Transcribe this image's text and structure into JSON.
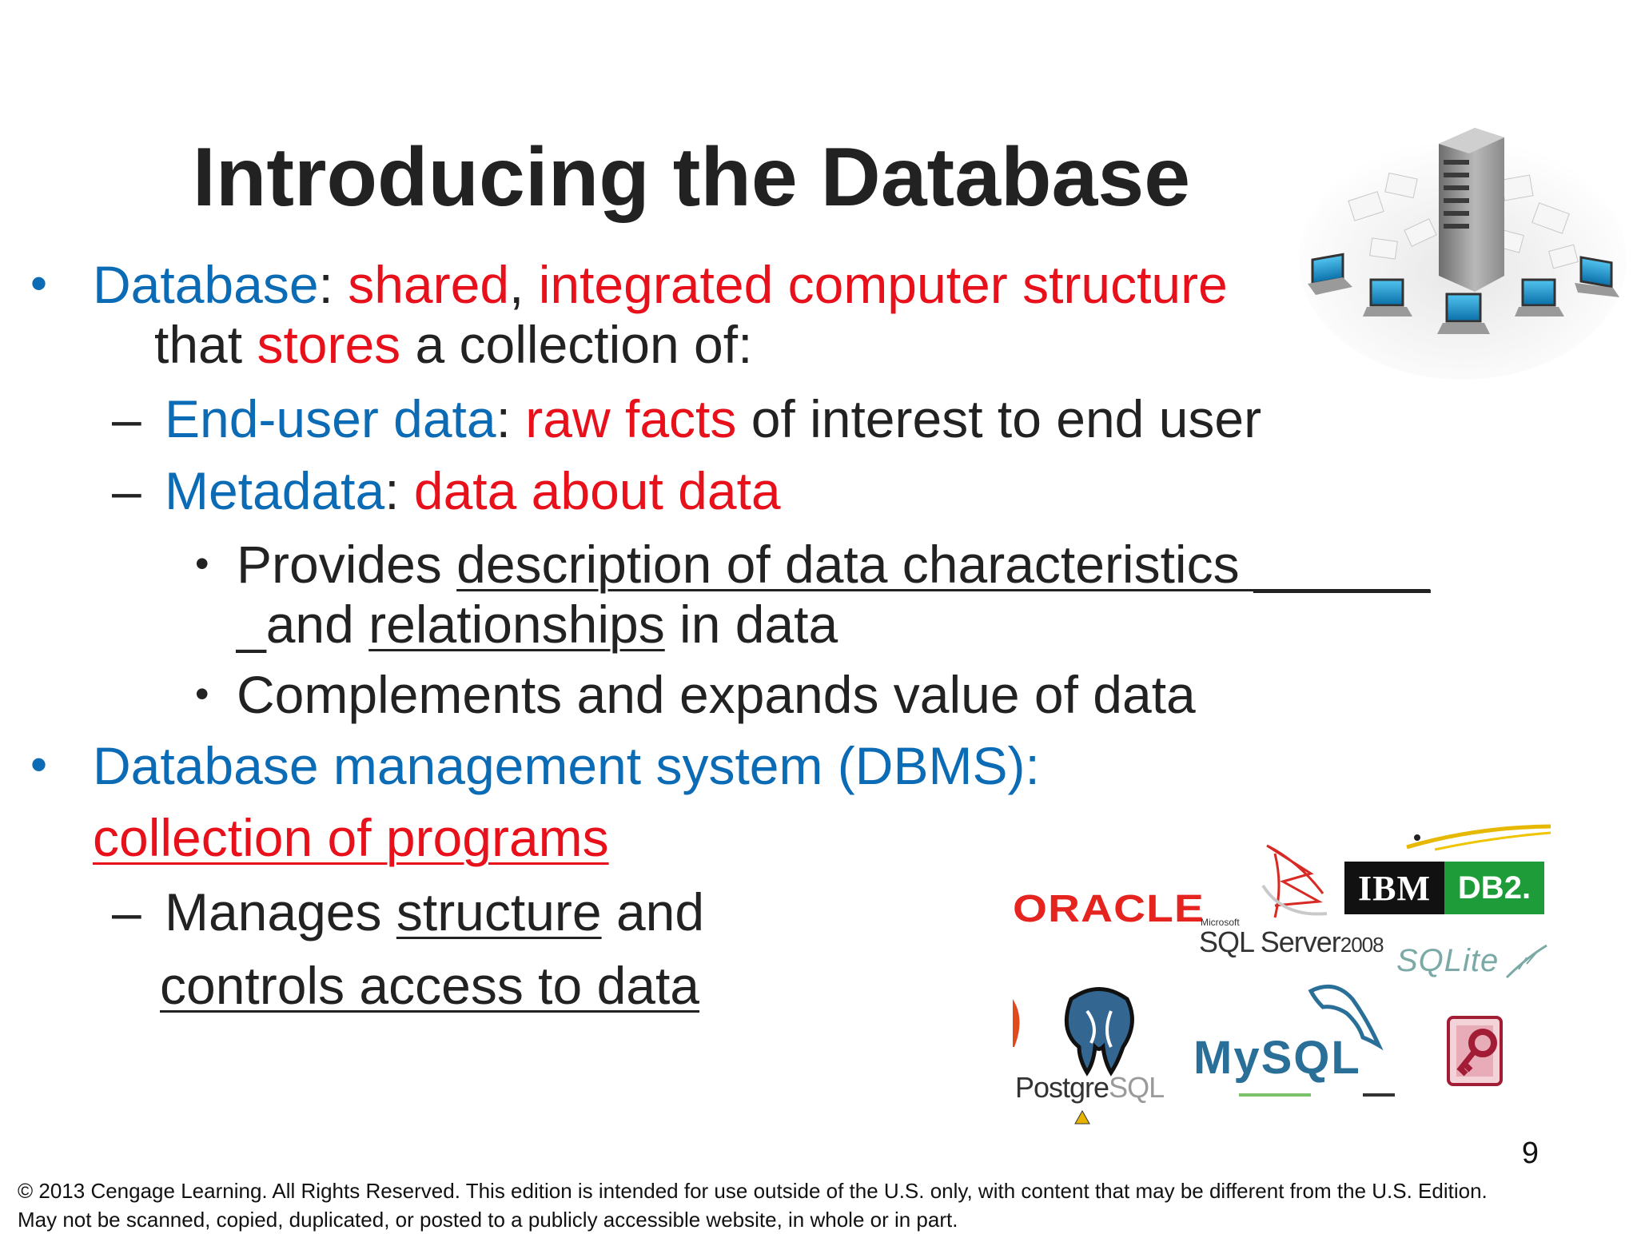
{
  "slide": {
    "title": "Introducing the Database",
    "page_number": "9",
    "bullet1": {
      "term": "Database",
      "sep1": ": ",
      "w_shared": "shared",
      "comma": ", ",
      "w_integrated": "integrated computer structure",
      "line2_a": "that ",
      "line2_stores": "stores",
      "line2_b": " a collection of:"
    },
    "sub1": {
      "term": "End-user data",
      "sep": ": ",
      "def": "raw facts",
      "rest": " of interest to end user"
    },
    "sub2": {
      "term": "Metadata",
      "sep": ": ",
      "def": "data about data"
    },
    "sub2_items": {
      "a_pre": "Provides ",
      "a_u1": "description of data characteristics ______",
      "a_line2_pre": "_and ",
      "a_u2": "relationships",
      "a_line2_post": " in data",
      "b": "Complements and expands value of data"
    },
    "bullet2": {
      "term": "Database management system (DBMS):",
      "def": "collection of programs"
    },
    "sub3": {
      "pre": "Manages ",
      "u1": "structure",
      "post": " and",
      "line2": "controls access to data"
    },
    "markers": {
      "bullet": "•",
      "dash": "–"
    },
    "logos": {
      "oracle": "ORACLE",
      "sqlserver_small": "Microsoft",
      "sqlserver": "SQL Server",
      "sqlserver_ver": "2008",
      "ibm": "IBM",
      "db2": "DB2.",
      "sqlite": "SQLite",
      "postgres_a": "Postgre",
      "postgres_b": "SQL",
      "mysql": "MySQL"
    },
    "footer_line1": "© 2013 Cengage Learning. All Rights Reserved. This edition is intended for use outside of the U.S. only, with content that may be different from the U.S. Edition.",
    "footer_line2": "May not be scanned, copied, duplicated, or posted to a publicly accessible website, in whole or in part."
  },
  "colors": {
    "blue": "#0b6bb5",
    "red": "#e8101a",
    "text": "#222222"
  }
}
